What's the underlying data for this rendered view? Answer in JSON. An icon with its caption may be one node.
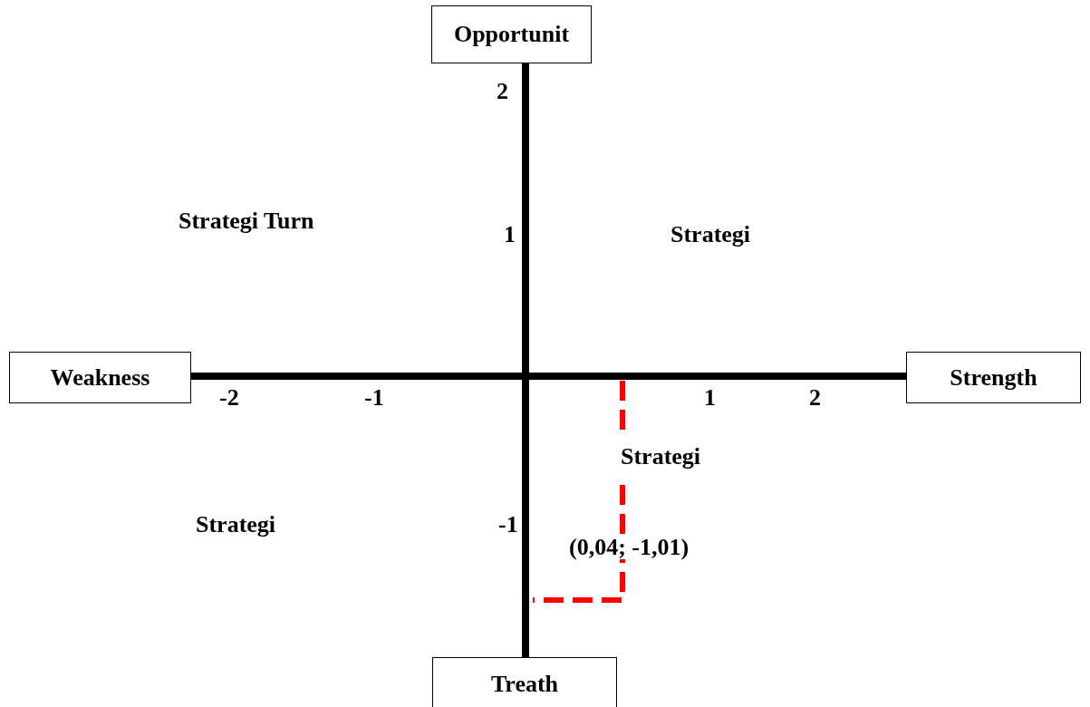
{
  "diagram": {
    "nodes": [
      {
        "text": [
          "Opportunit"
        ]
      },
      {
        "text": [
          "Weakness"
        ]
      },
      {
        "text": [
          "Strength"
        ]
      },
      {
        "text": [
          "Treath"
        ]
      }
    ],
    "edges": [
      {
        "from": 0,
        "to": 3,
        "arrow": "none"
      },
      {
        "from": 1,
        "to": 2,
        "arrow": "none"
      }
    ],
    "labels": [
      "2",
      "Strategi Turn",
      "1",
      "Strategi",
      "-2",
      "-1",
      "1",
      "2",
      "Strategi",
      "Strategi",
      "-1",
      "(0,04; -1,01)"
    ]
  }
}
